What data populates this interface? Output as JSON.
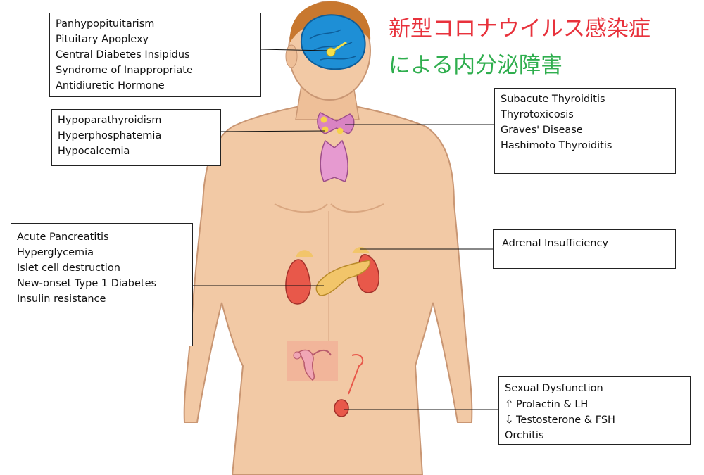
{
  "title": {
    "line1": "新型コロナウイルス感染症",
    "line2": "による内分泌障害",
    "line1_color": "#e8323c",
    "line2_color": "#2fae4e"
  },
  "boxes": {
    "pituitary": [
      "Panhypopituitarism",
      "Pituitary Apoplexy",
      "Central Diabetes Insipidus",
      "Syndrome of Inappropriate",
      "Antidiuretic Hormone"
    ],
    "parathyroid": [
      "Hypoparathyroidism",
      "Hyperphosphatemia",
      "Hypocalcemia"
    ],
    "thyroid": [
      "Subacute Thyroiditis",
      "Thyrotoxicosis",
      "Graves' Disease",
      "Hashimoto Thyroiditis"
    ],
    "pancreas": [
      "Acute Pancreatitis",
      "Hyperglycemia",
      "Islet cell destruction",
      "New-onset Type 1 Diabetes",
      "Insulin resistance"
    ],
    "adrenal": [
      "Adrenal Insufficiency"
    ],
    "testis": {
      "line1": "Sexual Dysfunction",
      "up_icon": "up-arrow-icon",
      "line2": "Prolactin & LH",
      "down_icon": "down-arrow-icon",
      "line3": "Testosterone & FSH",
      "line4": "Orchitis"
    }
  },
  "colors": {
    "skin": "#f2c9a5",
    "brain": "#1e8fd6",
    "gland_pink": "#d983c2",
    "adrenal_yellow": "#f2c56a",
    "kidney_red": "#e8584a",
    "uterus_pink": "#f0a6b5"
  }
}
